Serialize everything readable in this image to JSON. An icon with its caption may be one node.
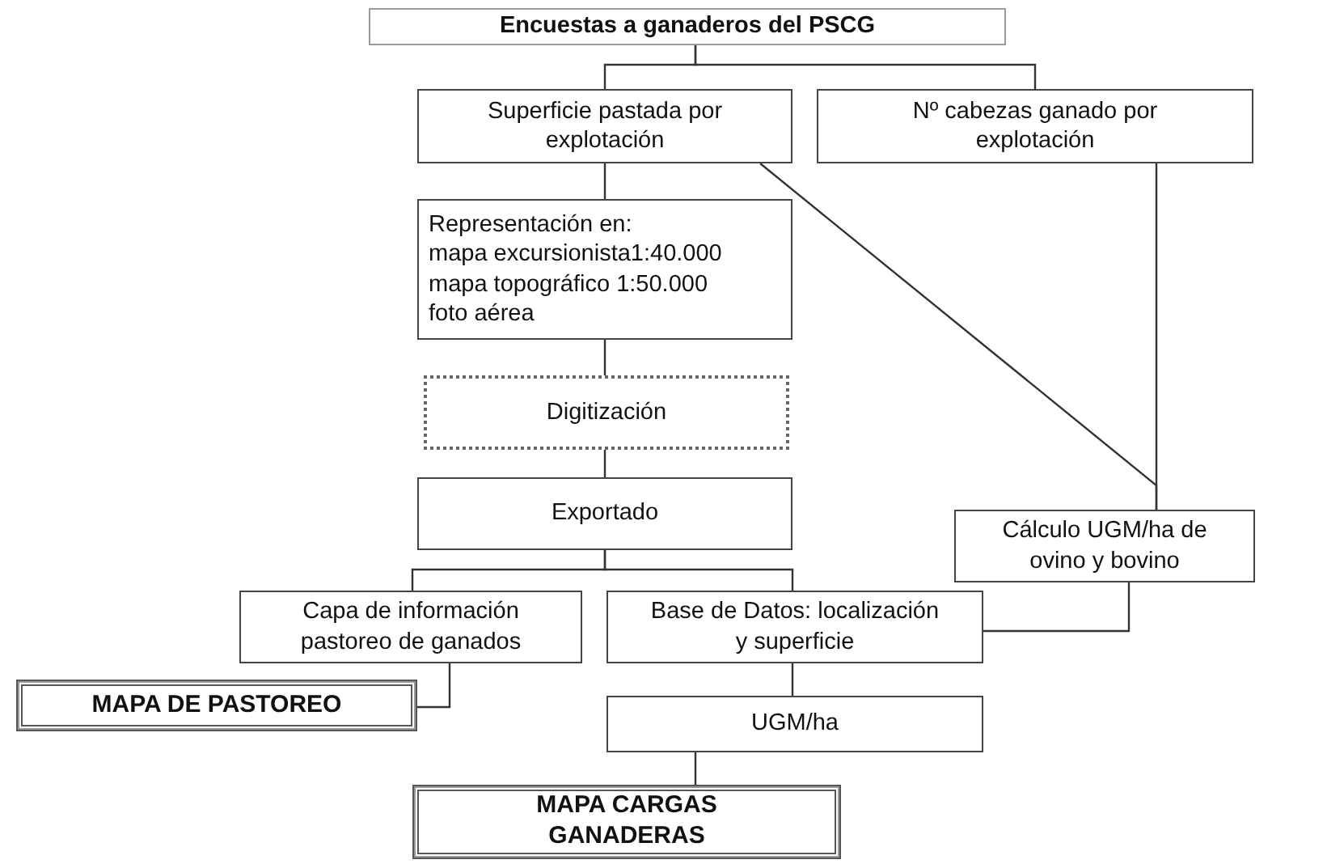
{
  "diagram": {
    "nodes": [
      {
        "text": [
          "Encuestas a ganaderos del PSCG"
        ]
      },
      {
        "text": [
          "Superficie pastada por explotación"
        ]
      },
      {
        "text": [
          "Nº cabezas ganado por explotación"
        ]
      },
      {
        "text": [
          "Representación en:",
          "mapa excursionista1:40.000",
          "mapa topográfico 1:50.000",
          "foto aérea"
        ]
      },
      {
        "text": [
          "Digitización"
        ]
      },
      {
        "text": [
          "Exportado"
        ]
      },
      {
        "text": [
          "Cálculo UGM/ha de ovino y bovino"
        ]
      },
      {
        "text": [
          "Capa de información pastoreo de ganados"
        ]
      },
      {
        "text": [
          "Base de Datos: localización y superficie"
        ]
      },
      {
        "text": [
          "MAPA DE PASTOREO"
        ]
      },
      {
        "text": [
          "UGM/ha"
        ]
      },
      {
        "text": [
          "MAPA CARGAS GANADERAS"
        ]
      }
    ],
    "edges": [
      {
        "from": 0,
        "to": 1,
        "arrow": "none"
      },
      {
        "from": 0,
        "to": 2,
        "arrow": "none"
      },
      {
        "from": 1,
        "to": 3,
        "arrow": "none"
      },
      {
        "from": 3,
        "to": 4,
        "arrow": "none"
      },
      {
        "from": 4,
        "to": 5,
        "arrow": "none"
      },
      {
        "from": 1,
        "to": 6,
        "arrow": "none"
      },
      {
        "from": 2,
        "to": 6,
        "arrow": "none"
      },
      {
        "from": 5,
        "to": 7,
        "arrow": "none"
      },
      {
        "from": 5,
        "to": 8,
        "arrow": "none"
      },
      {
        "from": 6,
        "to": 8,
        "arrow": "none"
      },
      {
        "from": 7,
        "to": 9,
        "arrow": "none"
      },
      {
        "from": 8,
        "to": 10,
        "arrow": "none"
      },
      {
        "from": 10,
        "to": 11,
        "arrow": "none"
      }
    ]
  }
}
